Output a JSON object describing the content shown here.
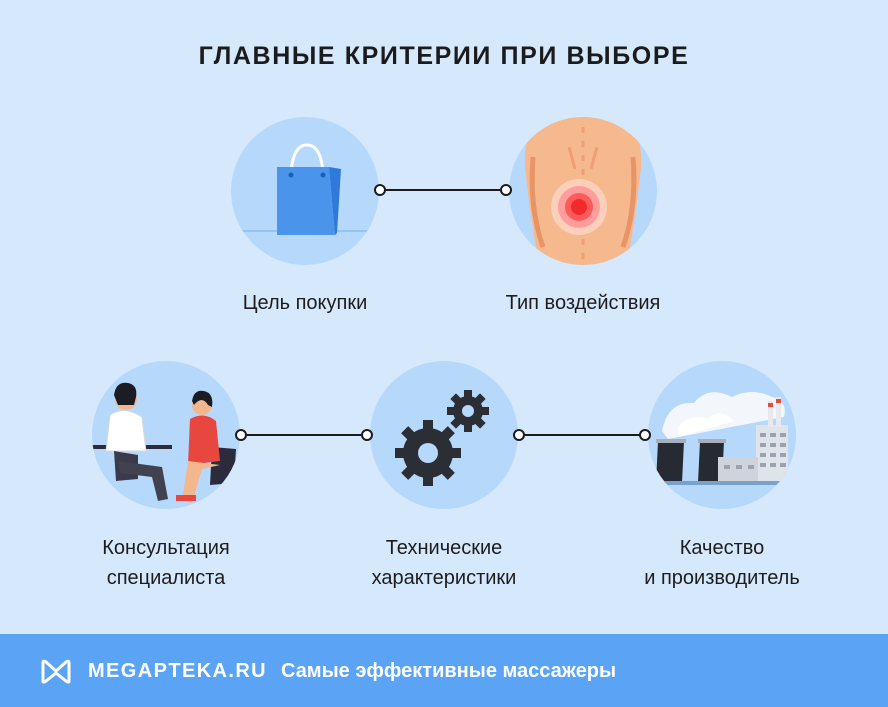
{
  "title": "ГЛАВНЫЕ КРИТЕРИИ ПРИ ВЫБОРЕ",
  "criteria": [
    {
      "label": "Цель покупки",
      "icon": "shopping-bag-icon"
    },
    {
      "label": "Тип воздействия",
      "icon": "back-pain-icon"
    },
    {
      "label_lines": [
        "Консультация",
        "специалиста"
      ],
      "icon": "consultation-icon"
    },
    {
      "label_lines": [
        "Технические",
        "характеристики"
      ],
      "icon": "gears-icon"
    },
    {
      "label_lines": [
        "Качество",
        "и производитель"
      ],
      "icon": "factory-icon"
    }
  ],
  "footer": {
    "brand": "MEGAPTEKA.RU",
    "tagline": "Самые эффективные массажеры"
  },
  "colors": {
    "background": "#d6e8fc",
    "circle": "#b6d8fb",
    "footer": "#5ba4f5",
    "text": "#1d1d1d"
  }
}
